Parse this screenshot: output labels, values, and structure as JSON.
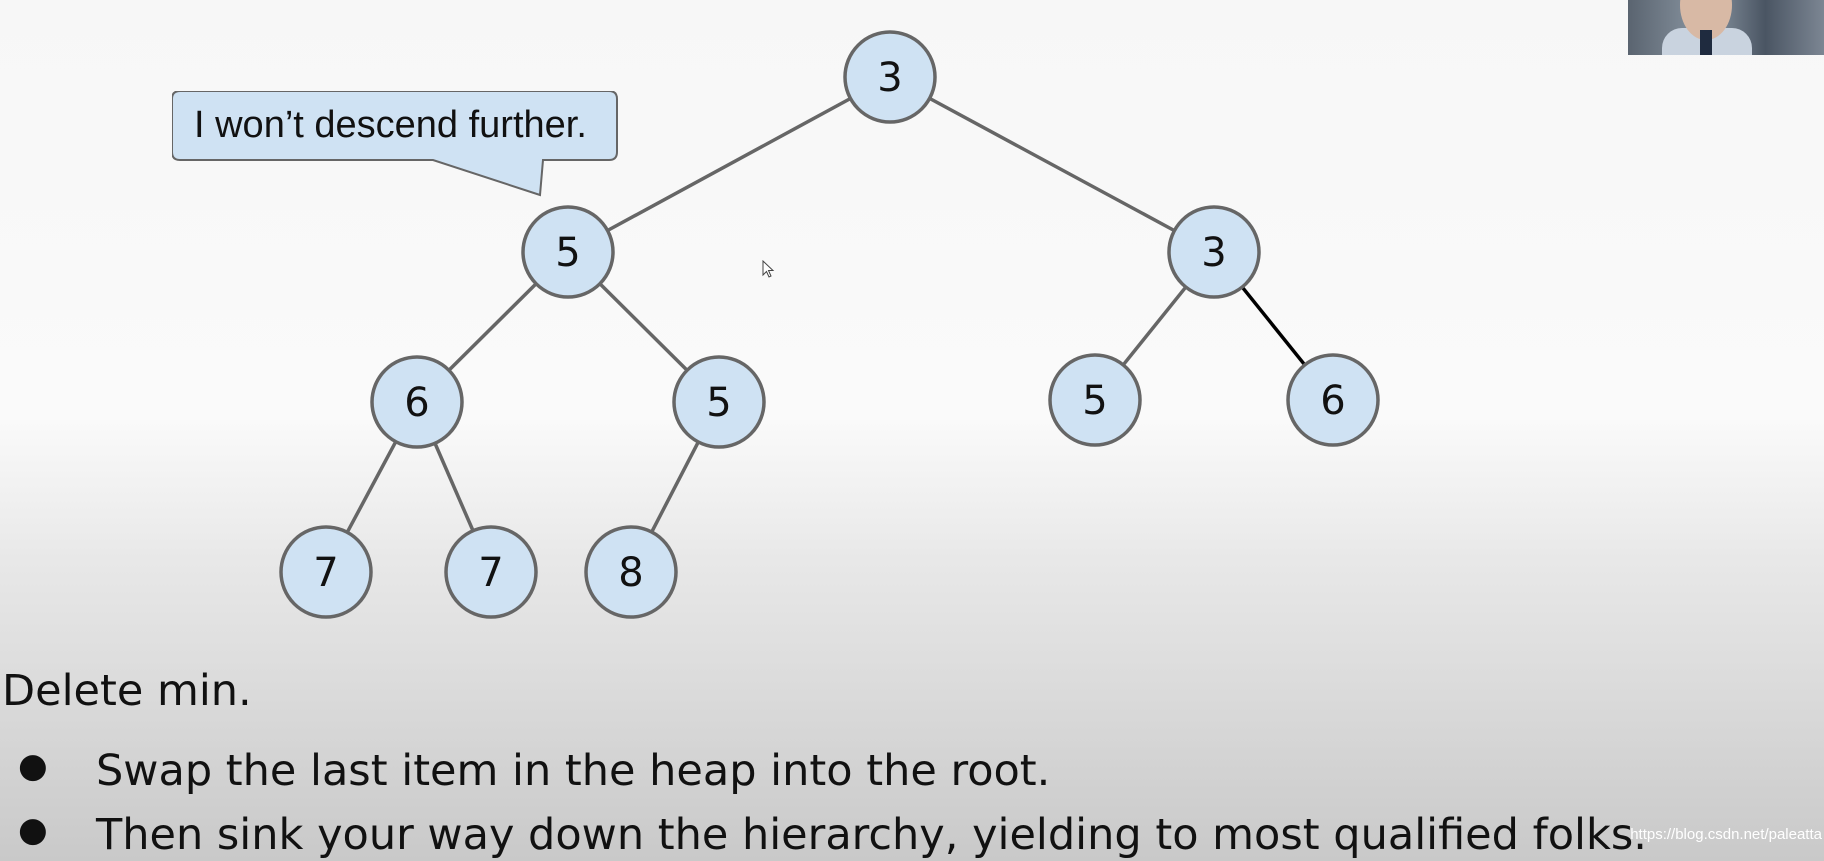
{
  "heap": {
    "nodes": [
      {
        "id": "root",
        "label": "3"
      },
      {
        "id": "l",
        "label": "5"
      },
      {
        "id": "r",
        "label": "3"
      },
      {
        "id": "ll",
        "label": "6"
      },
      {
        "id": "lr",
        "label": "5"
      },
      {
        "id": "rl",
        "label": "5"
      },
      {
        "id": "rr",
        "label": "6"
      },
      {
        "id": "lll",
        "label": "7"
      },
      {
        "id": "llr",
        "label": "7"
      },
      {
        "id": "lrl",
        "label": "8"
      }
    ],
    "edges": [
      {
        "from": "root",
        "to": "l",
        "active": false
      },
      {
        "from": "root",
        "to": "r",
        "active": false
      },
      {
        "from": "l",
        "to": "ll",
        "active": false
      },
      {
        "from": "l",
        "to": "lr",
        "active": false
      },
      {
        "from": "r",
        "to": "rl",
        "active": false
      },
      {
        "from": "r",
        "to": "rr",
        "active": true
      },
      {
        "from": "ll",
        "to": "lll",
        "active": false
      },
      {
        "from": "ll",
        "to": "llr",
        "active": false
      },
      {
        "from": "lr",
        "to": "lrl",
        "active": false
      }
    ],
    "colors": {
      "node_fill": "#cfe2f3",
      "node_stroke": "#666666",
      "edge": "#666666",
      "active_edge": "#000000"
    }
  },
  "callout": {
    "text": "I won’t descend further."
  },
  "cursor": {
    "icon": "mouse-pointer-icon"
  },
  "webcam": {
    "icon": "presenter-video-thumbnail"
  },
  "caption": {
    "title": "Delete min.",
    "bullets": [
      "Swap the last item in the heap into the root.",
      "Then sink your way down the hierarchy, yielding to most qualified folks."
    ],
    "bullet_symbol": "●"
  },
  "watermark": "https://blog.csdn.net/paleatta"
}
